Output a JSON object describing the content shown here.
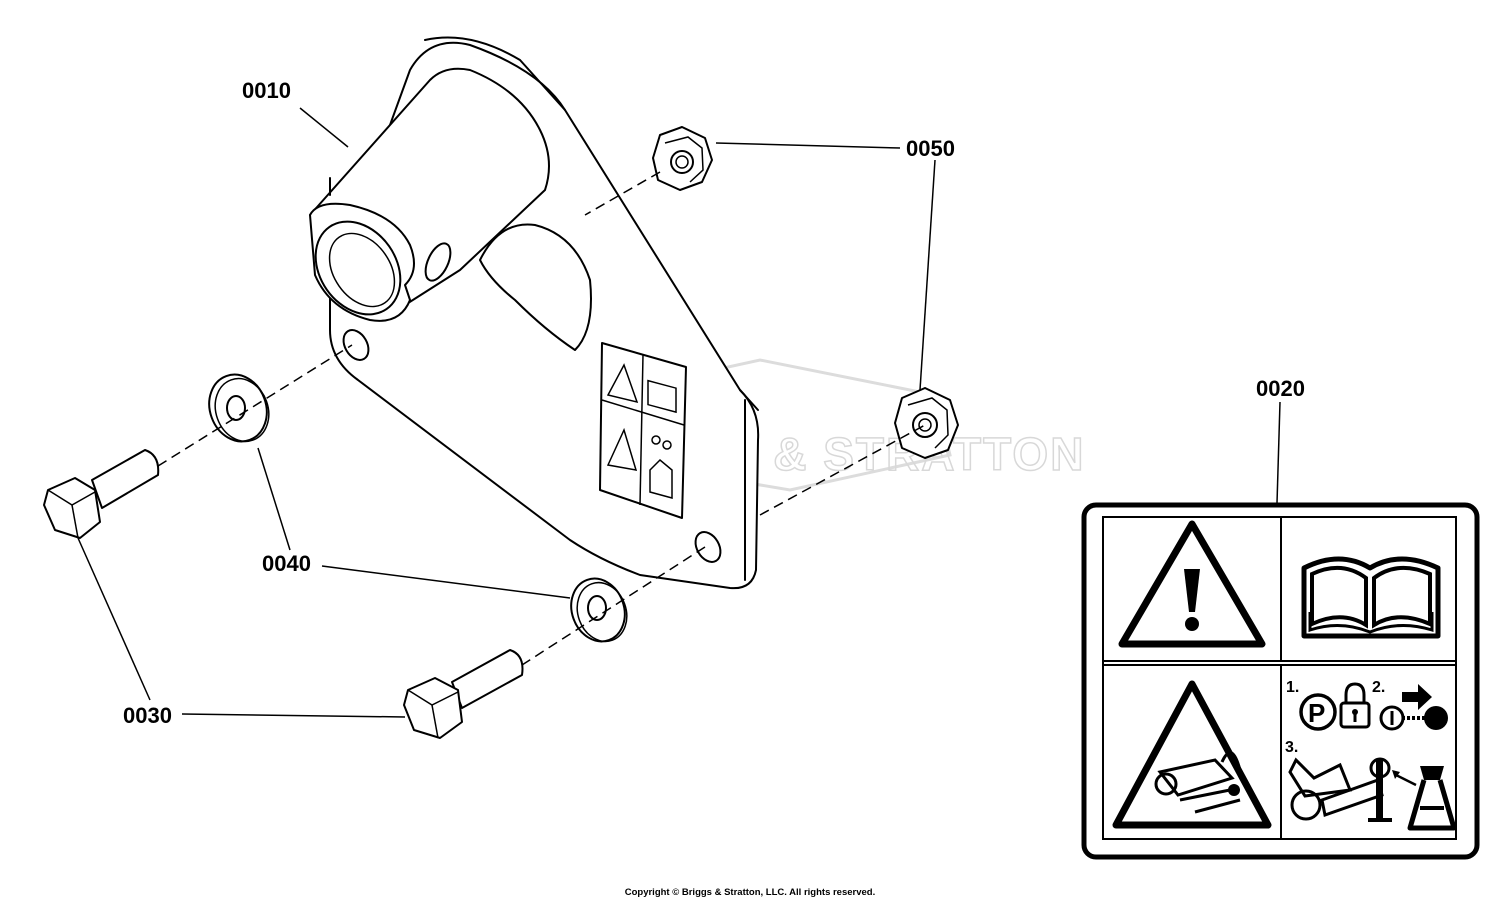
{
  "watermark": "BRIGGS & STRATTON",
  "parts": [
    {
      "id": "0010"
    },
    {
      "id": "0020"
    },
    {
      "id": "0030"
    },
    {
      "id": "0040"
    },
    {
      "id": "0050"
    }
  ],
  "decal": {
    "steps": [
      "1.",
      "2.",
      "3."
    ],
    "parking_symbol": "P"
  },
  "copyright": "Copyright © Briggs & Stratton, LLC. All rights reserved."
}
